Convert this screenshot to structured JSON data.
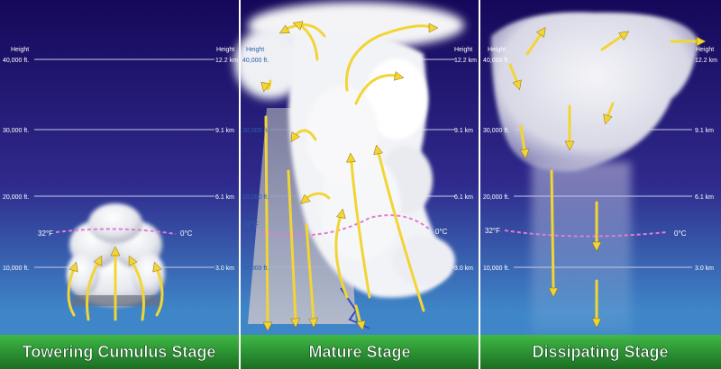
{
  "colors": {
    "sky_top": "#15085a",
    "sky_mid": "#2f2a8c",
    "sky_low": "#3f86c8",
    "ground": "#2a9a35",
    "ground_dark": "#1b6e22",
    "arrow": "#f2d535",
    "arrow_edge": "#8a6b08",
    "freezing_line": "#e57ad8",
    "gridline": "#c9c9e8",
    "label_white": "#ffffff",
    "label_blue": "#2d5fb0"
  },
  "panels": [
    {
      "caption": "Towering Cumulus Stage",
      "height_header_left": "Height",
      "height_header_right": "Height",
      "levels": [
        {
          "ft": "40,000 ft.",
          "km": "12.2 km"
        },
        {
          "ft": "30,000 ft.",
          "km": "9.1 km"
        },
        {
          "ft": "20,000 ft.",
          "km": "6.1 km"
        },
        {
          "ft": "10,000 ft.",
          "km": "3.0 km"
        }
      ],
      "freezing_f": "32°F",
      "freezing_c": "0°C"
    },
    {
      "caption": "Mature Stage",
      "height_header_left": "Height",
      "height_header_right": "Height",
      "levels": [
        {
          "ft": "40,000 ft.",
          "km": "12.2 km"
        },
        {
          "ft": "30,000 ft.",
          "km": "9.1 km"
        },
        {
          "ft": "20,000 ft.",
          "km": "6.1 km"
        },
        {
          "ft": "10,000 ft.",
          "km": "3.0 km"
        }
      ],
      "freezing_f": "32°F",
      "freezing_c": "0°C"
    },
    {
      "caption": "Dissipating Stage",
      "height_header_left": "Height",
      "height_header_right": "Height",
      "levels": [
        {
          "ft": "40,000 ft.",
          "km": "12.2 km"
        },
        {
          "ft": "30,000 ft.",
          "km": "9.1 km"
        },
        {
          "ft": "20,000 ft.",
          "km": "6.1 km"
        },
        {
          "ft": "10,000 ft.",
          "km": "3.0 km"
        }
      ],
      "freezing_f": "32°F",
      "freezing_c": "0°C"
    }
  ]
}
